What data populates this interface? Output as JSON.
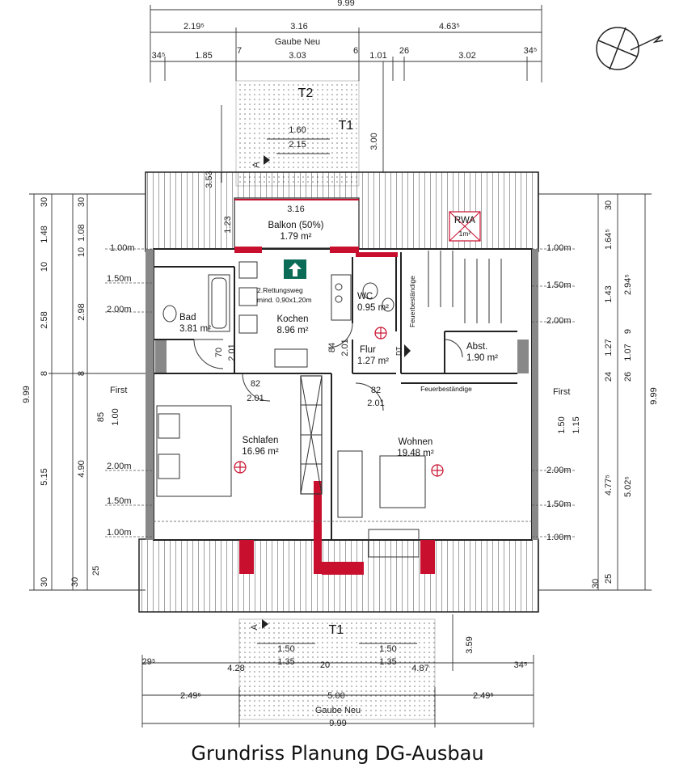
{
  "caption": "Grundriss Planung DG-Ausbau",
  "colors": {
    "line": "#222222",
    "wall_red": "#c8102e",
    "exit_green": "#0a6b57",
    "roof": "#555555"
  },
  "rooms": {
    "balkon": {
      "name": "Balkon (50%)",
      "area": "1.79 m²",
      "width": "3.16"
    },
    "kochen": {
      "name": "Kochen",
      "area": "8.96 m²"
    },
    "bad": {
      "name": "Bad",
      "area": "3.81 m²"
    },
    "wc": {
      "name": "WC",
      "area": "0.95 m²"
    },
    "flur": {
      "name": "Flur",
      "area": "1.27 m²"
    },
    "abst": {
      "name": "Abst.",
      "area": "1.90 m²"
    },
    "schlafen": {
      "name": "Schlafen",
      "area": "16.96 m²"
    },
    "wohnen": {
      "name": "Wohnen",
      "area": "19.48 m²"
    },
    "rwa": {
      "name": "RWA",
      "area": "1m²"
    }
  },
  "notes": {
    "rettungsweg_1": "2.Rettungsweg",
    "rettungsweg_2": "mind. 0,90x1,20m",
    "feuerbestaendig_1": "Feuerbeständige",
    "feuerbestaendig_2": "Feuerbeständige",
    "first_left": "First",
    "first_right": "First",
    "gaube_top": "Gaube Neu",
    "gaube_bottom": "Gaube Neu",
    "t2": "T2",
    "t1_top": "T1",
    "t1_bottom": "T1",
    "section_a": "A",
    "dt": "DT"
  },
  "dims_top": {
    "total": "9.99",
    "r1": [
      "2.19⁵",
      "3.16",
      "4.63⁵"
    ],
    "r2": [
      "34⁵",
      "1.85",
      "7",
      "3.03",
      "6",
      "1.01",
      "26",
      "3.02",
      "34⁵"
    ],
    "gaube_w1": "1.60",
    "gaube_w2": "2.15",
    "gaube_depth": "3.00",
    "balkon_side": "1.23",
    "diag": "3.53"
  },
  "dims_bottom": {
    "r1": [
      "29⁵",
      "4.28",
      "20",
      "4.87",
      "34⁵"
    ],
    "w150a": "1.50",
    "w135a": "1.35",
    "w150b": "1.50",
    "w135b": "1.35",
    "r2": [
      "2.49⁵",
      "5.00",
      "2.49⁵"
    ],
    "total": "9.99",
    "depth": "3.59"
  },
  "dims_left": {
    "total": "9.99",
    "col1": [
      "30",
      "1.48",
      "10",
      "2.58",
      "8",
      "5.15",
      "30"
    ],
    "col2": [
      "30",
      "1.08",
      "10",
      "2.98",
      "8",
      "4.90",
      "30",
      "25"
    ],
    "levels": [
      "1.00m",
      "1.50m",
      "2.00m",
      "2.00m",
      "1.50m",
      "1.00m"
    ],
    "brh_85": "85",
    "brh_100": "1.00"
  },
  "dims_right": {
    "total": "9.99",
    "col1": [
      "30",
      "1.64⁵",
      "1.43",
      "1.27",
      "24",
      "4.77⁵",
      "30"
    ],
    "col2": [
      "2.94⁵",
      "9",
      "1.07",
      "26",
      "5.02⁵",
      "25"
    ],
    "levels": [
      "1.00m",
      "1.50m",
      "2.00m",
      "2.00m",
      "1.50m",
      "1.00m"
    ],
    "brh_150": "1.50",
    "brh_115": "1.15"
  },
  "dims_inner": {
    "bad_door_a": "70",
    "bad_door_b": "2.01",
    "wc_door_a": "84",
    "wc_door_b": "2.01",
    "schl_door_a": "82",
    "schl_door_b": "2.01",
    "wohn_door_a": "82",
    "wohn_door_b": "2.01"
  }
}
